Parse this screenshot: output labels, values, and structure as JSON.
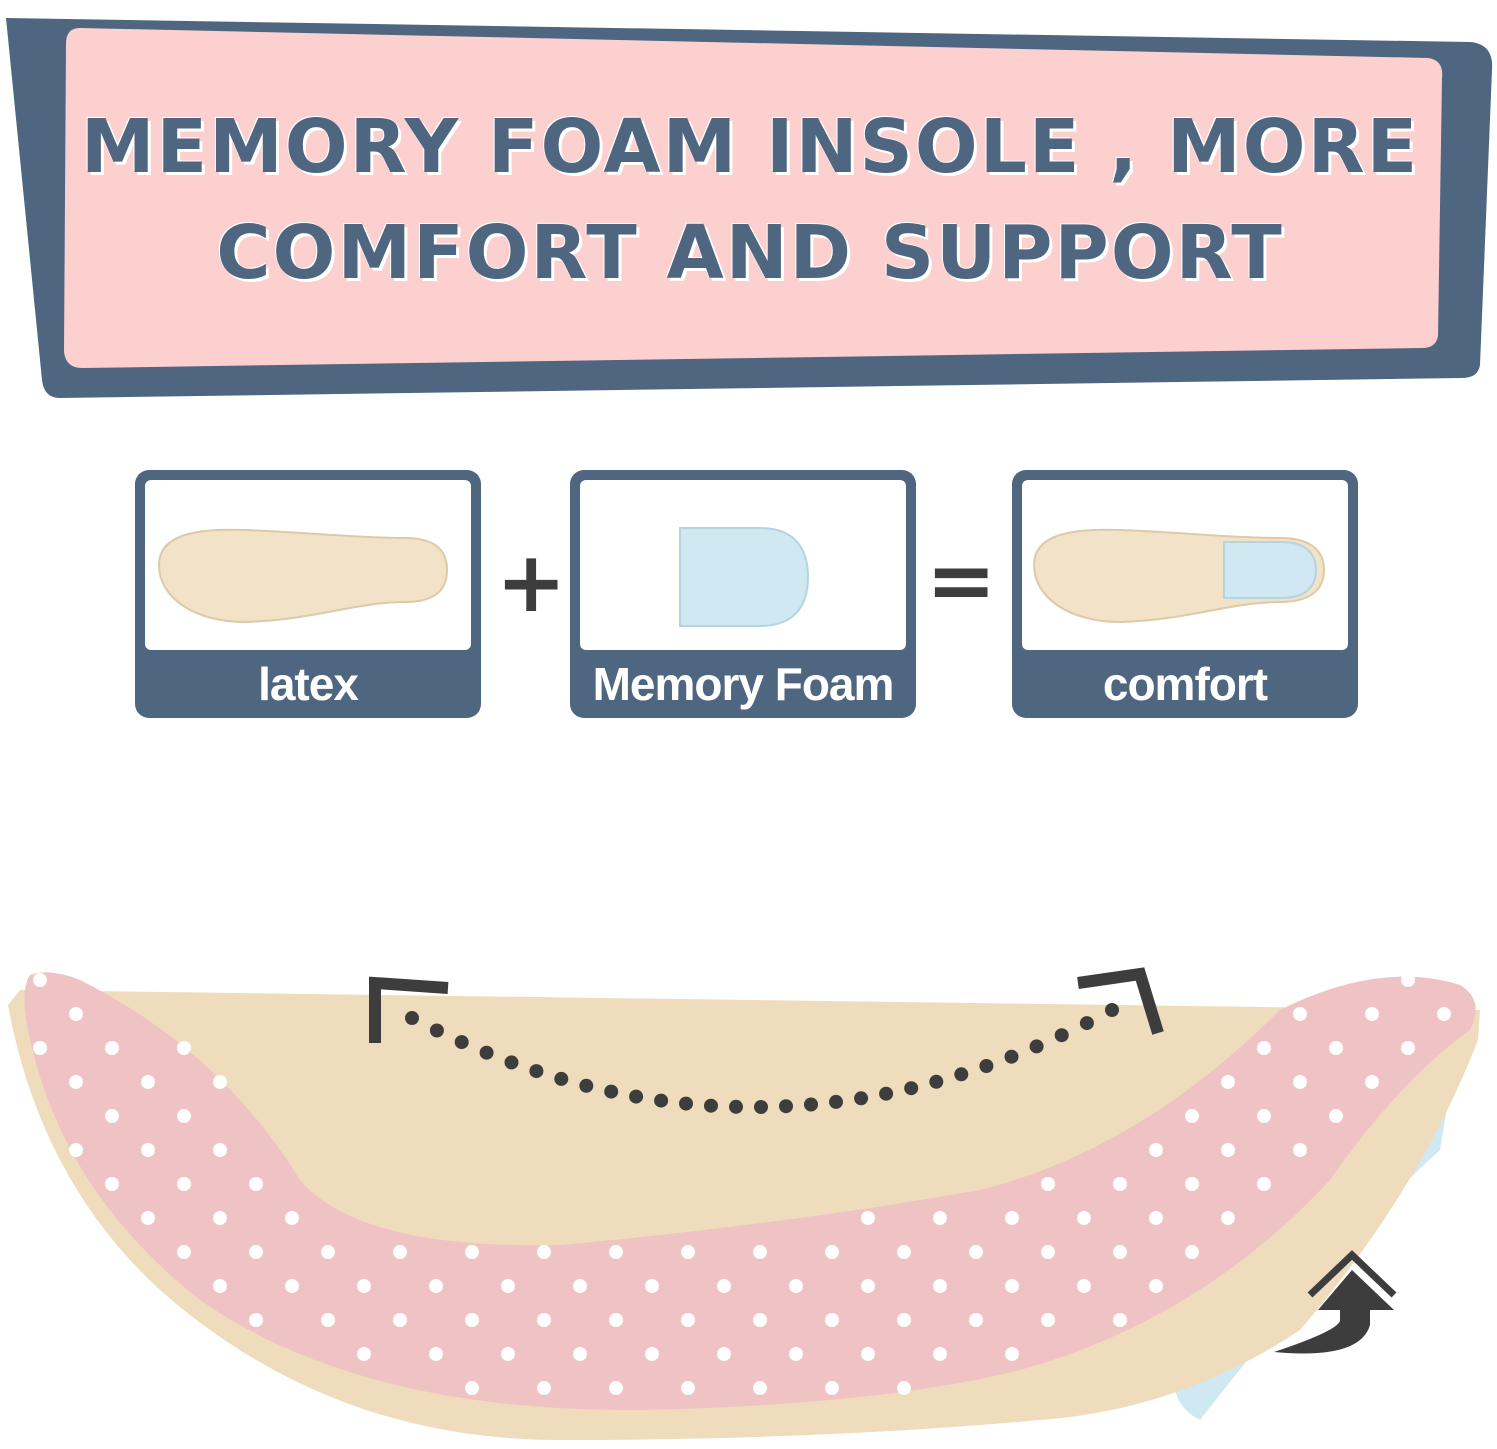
{
  "banner": {
    "line1": "MEMORY FOAM INSOLE , MORE",
    "line2": "COMFORT AND SUPPORT"
  },
  "equation": {
    "plus": "+",
    "equals": "=",
    "cards": [
      {
        "label": "latex"
      },
      {
        "label": "Memory Foam"
      },
      {
        "label": "comfort"
      }
    ]
  },
  "colors": {
    "frame": "#4f6680",
    "banner_fill": "#fdd0d0",
    "latex": "#f1e2c8",
    "foam": "#cfe8f2",
    "insole_top": "#efc3c3",
    "arrow": "#3d3d3d"
  },
  "icons": [
    "double-chevron-up-icon",
    "curved-up-arrow-icon",
    "flex-arrow-icon"
  ]
}
